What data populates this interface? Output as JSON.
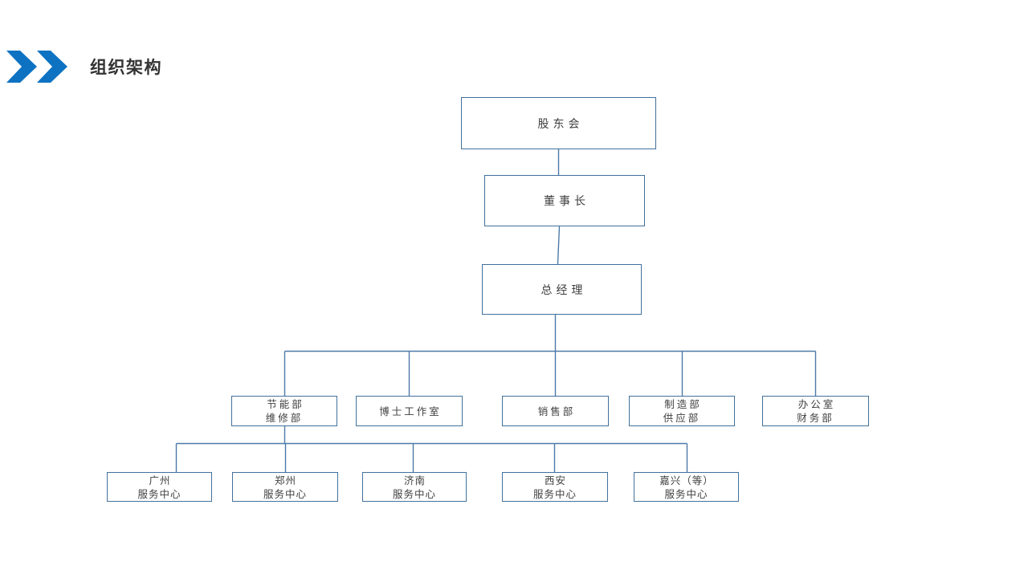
{
  "header": {
    "title": "组织架构",
    "chevron_icon_color": "#0d72c2"
  },
  "colors": {
    "box_border": "#41719C",
    "connector_line": "#4d7aa9",
    "title_text": "#333333",
    "node_text": "#3f3f3f",
    "background": "#ffffff"
  },
  "org_chart": {
    "nodes": [
      {
        "id": "shareholders",
        "label": "股东会"
      },
      {
        "id": "chairman",
        "label": "董事长"
      },
      {
        "id": "general-manager",
        "label": "总经理"
      },
      {
        "id": "energy-maintenance",
        "label": "节能部\n维修部"
      },
      {
        "id": "doctor-studio",
        "label": "博士工作室"
      },
      {
        "id": "sales",
        "label": "销售部"
      },
      {
        "id": "manufacturing-supply",
        "label": "制造部\n供应部"
      },
      {
        "id": "office-finance",
        "label": "办公室\n财务部"
      },
      {
        "id": "guangzhou-center",
        "label": "广州\n服务中心"
      },
      {
        "id": "zhengzhou-center",
        "label": "郑州\n服务中心"
      },
      {
        "id": "jinan-center",
        "label": "济南\n服务中心"
      },
      {
        "id": "xian-center",
        "label": "西安\n服务中心"
      },
      {
        "id": "jiaxing-center",
        "label": "嘉兴（等）\n服务中心"
      }
    ],
    "edges": [
      [
        "shareholders",
        "chairman"
      ],
      [
        "chairman",
        "general-manager"
      ],
      [
        "general-manager",
        "energy-maintenance"
      ],
      [
        "general-manager",
        "doctor-studio"
      ],
      [
        "general-manager",
        "sales"
      ],
      [
        "general-manager",
        "manufacturing-supply"
      ],
      [
        "general-manager",
        "office-finance"
      ],
      [
        "energy-maintenance",
        "guangzhou-center"
      ],
      [
        "energy-maintenance",
        "zhengzhou-center"
      ],
      [
        "energy-maintenance",
        "jinan-center"
      ],
      [
        "energy-maintenance",
        "xian-center"
      ],
      [
        "energy-maintenance",
        "jiaxing-center"
      ]
    ]
  }
}
